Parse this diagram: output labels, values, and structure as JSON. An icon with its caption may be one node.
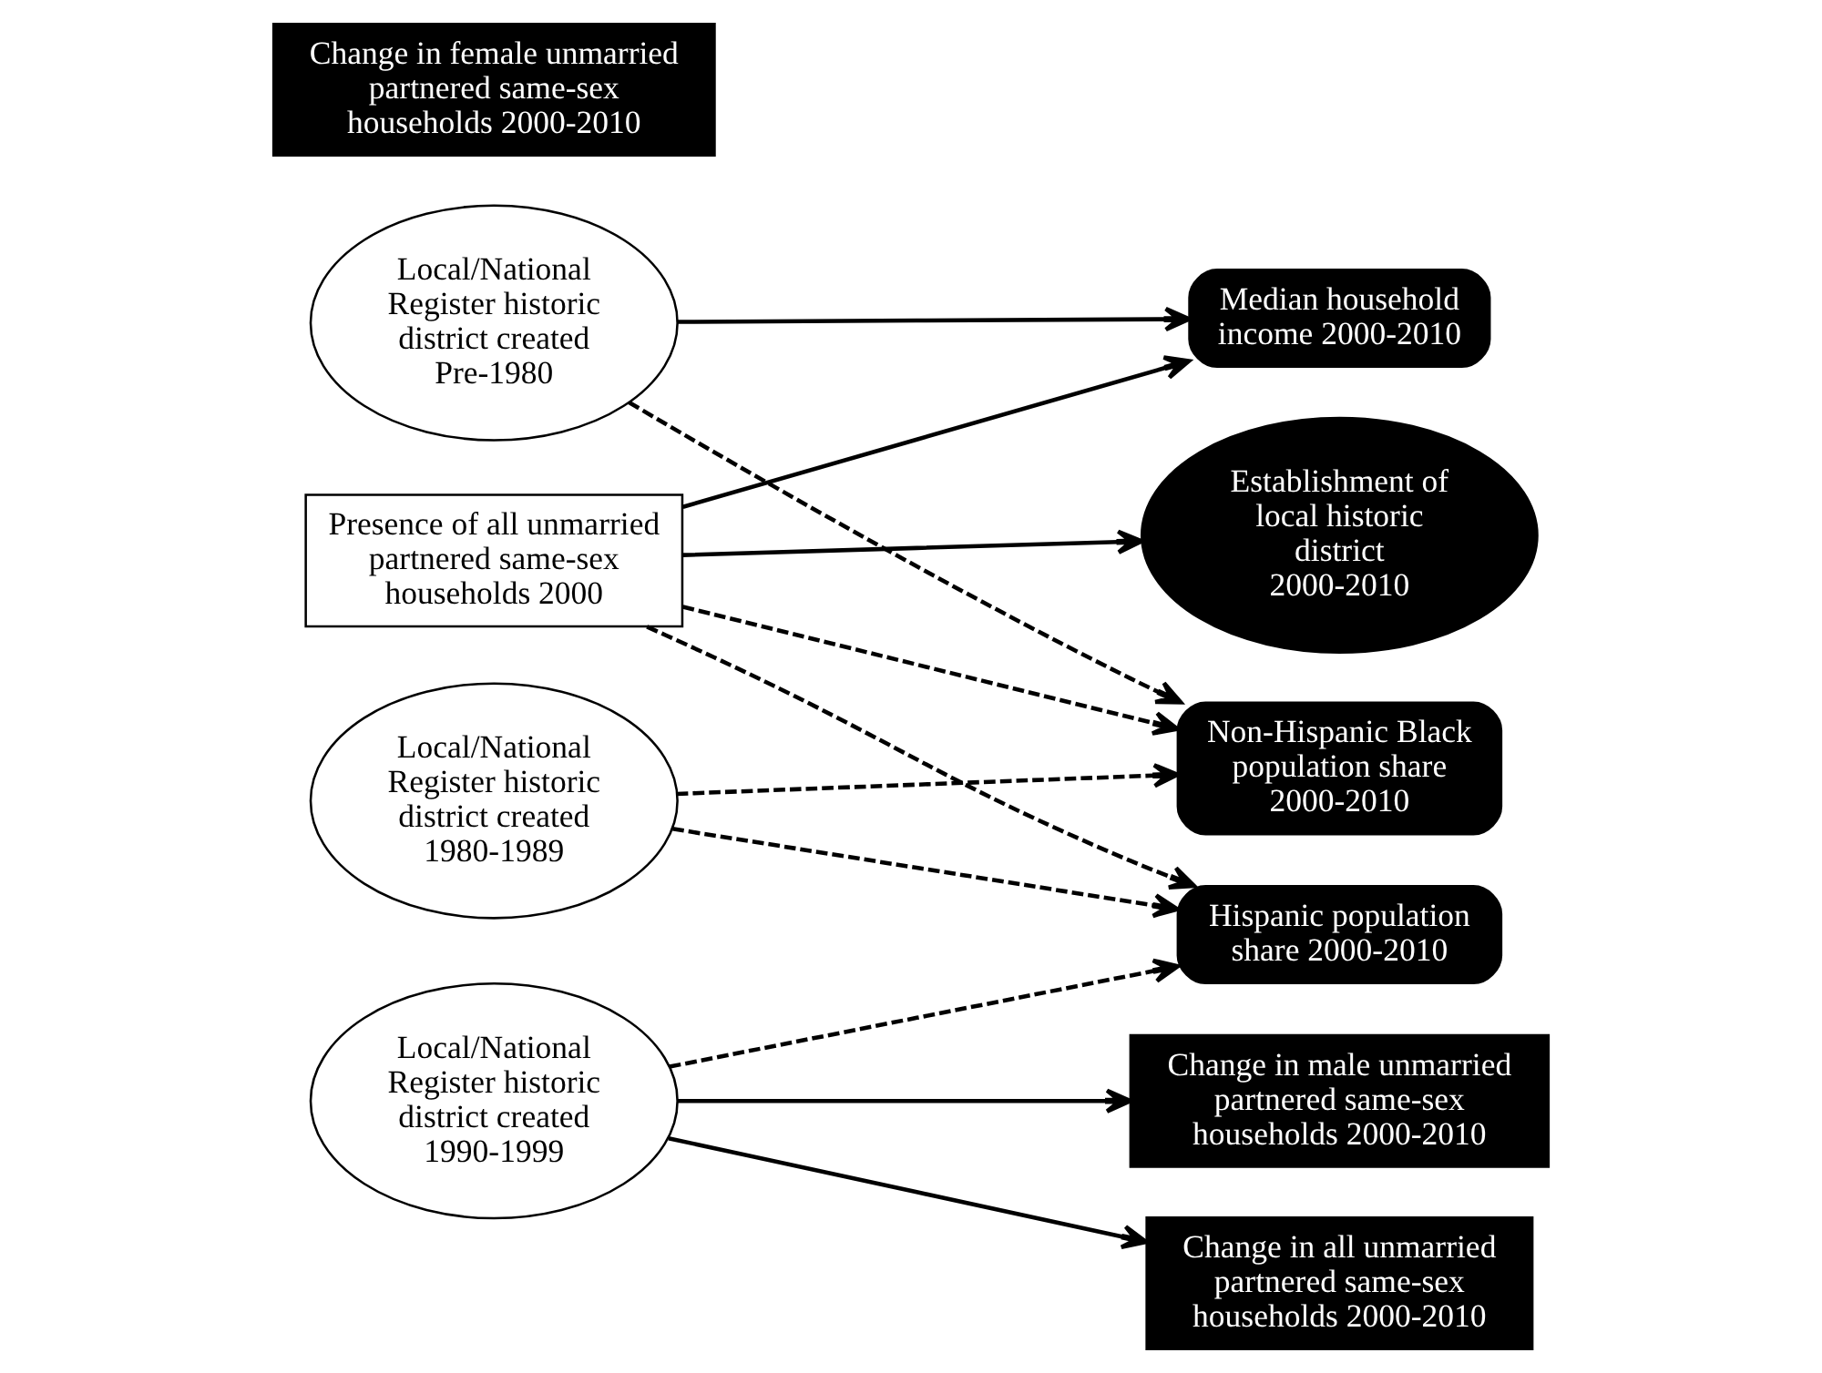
{
  "diagram": {
    "nodes": [
      {
        "text": [
          "Local/National Register historic district created Pre-1980"
        ]
      },
      {
        "text": [
          "Local/National Register historic district created 1980-1989"
        ]
      },
      {
        "text": [
          "Local/National Register historic district created 1990-1999"
        ]
      },
      {
        "text": [
          "Establishment of local historic district 2000-2010"
        ]
      },
      {
        "text": [
          "Change in all unmarried partnered same-sex households 2000-2010"
        ]
      },
      {
        "text": [
          "Non-Hispanic Black population share 2000-2010"
        ]
      },
      {
        "text": [
          "Change in male unmarried partnered same-sex households 2000-2010"
        ]
      },
      {
        "text": [
          "Hispanic population share 2000-2010"
        ]
      },
      {
        "text": [
          "Change in female unmarried partnered same-sex households 2000-2010"
        ]
      },
      {
        "text": [
          "Median household income 2000-2010"
        ]
      },
      {
        "text": [
          "Presence of all unmarried partnered same-sex households 2000"
        ]
      }
    ],
    "edges": [
      {
        "from": 0,
        "to": 9,
        "arrow": "to"
      },
      {
        "from": 0,
        "to": 5,
        "arrow": "to",
        "style": "dashed"
      },
      {
        "from": 1,
        "to": 5,
        "arrow": "to",
        "style": "dashed"
      },
      {
        "from": 1,
        "to": 7,
        "arrow": "to",
        "style": "dashed"
      },
      {
        "from": 2,
        "to": 4,
        "arrow": "to"
      },
      {
        "from": 2,
        "to": 6,
        "arrow": "to"
      },
      {
        "from": 2,
        "to": 7,
        "arrow": "to",
        "style": "dashed"
      },
      {
        "from": 10,
        "to": 3,
        "arrow": "to"
      },
      {
        "from": 10,
        "to": 5,
        "arrow": "to",
        "style": "dashed"
      },
      {
        "from": 10,
        "to": 7,
        "arrow": "to",
        "style": "dashed"
      },
      {
        "from": 10,
        "to": 9,
        "arrow": "to"
      }
    ]
  }
}
